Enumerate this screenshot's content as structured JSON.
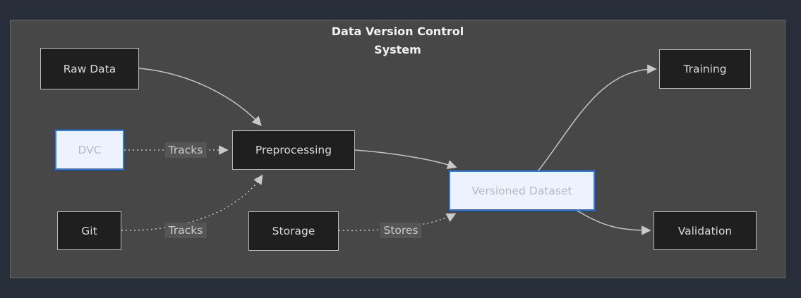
{
  "diagram": {
    "title": {
      "line1": "Data Version Control",
      "line2": "System"
    },
    "nodes": [
      {
        "id": "raw-data",
        "label": "Raw Data",
        "type": "default"
      },
      {
        "id": "dvc",
        "label": "DVC",
        "type": "highlight"
      },
      {
        "id": "git",
        "label": "Git",
        "type": "default"
      },
      {
        "id": "preprocessing",
        "label": "Preprocessing",
        "type": "default"
      },
      {
        "id": "storage",
        "label": "Storage",
        "type": "default"
      },
      {
        "id": "versioned-dataset",
        "label": "Versioned Dataset",
        "type": "highlight"
      },
      {
        "id": "training",
        "label": "Training",
        "type": "default"
      },
      {
        "id": "validation",
        "label": "Validation",
        "type": "default"
      }
    ],
    "edges": [
      {
        "from": "Raw Data",
        "to": "Preprocessing",
        "label": "",
        "style": "solid"
      },
      {
        "from": "DVC",
        "to": "Preprocessing",
        "label": "Tracks",
        "style": "dotted"
      },
      {
        "from": "Git",
        "to": "Preprocessing",
        "label": "Tracks",
        "style": "dotted"
      },
      {
        "from": "Storage",
        "to": "Versioned Dataset",
        "label": "Stores",
        "style": "dotted"
      },
      {
        "from": "Preprocessing",
        "to": "Versioned Dataset",
        "label": "",
        "style": "solid"
      },
      {
        "from": "Versioned Dataset",
        "to": "Training",
        "label": "",
        "style": "solid"
      },
      {
        "from": "Versioned Dataset",
        "to": "Validation",
        "label": "",
        "style": "solid"
      }
    ],
    "colors": {
      "canvas_background": "#282e39",
      "panel_background": "#474747",
      "node_fill": "#1f1f1f",
      "node_border": "#b9b9b9",
      "node_text": "#d9d9d9",
      "highlight_fill": "#ecf3fc",
      "highlight_border": "#2b7ce9",
      "highlight_text": "#b4bac2",
      "edge": "#c4c4c4",
      "edge_label_bg": "#565656",
      "edge_label_text": "#c9c9c9",
      "title_text": "#f2f2f2"
    }
  }
}
